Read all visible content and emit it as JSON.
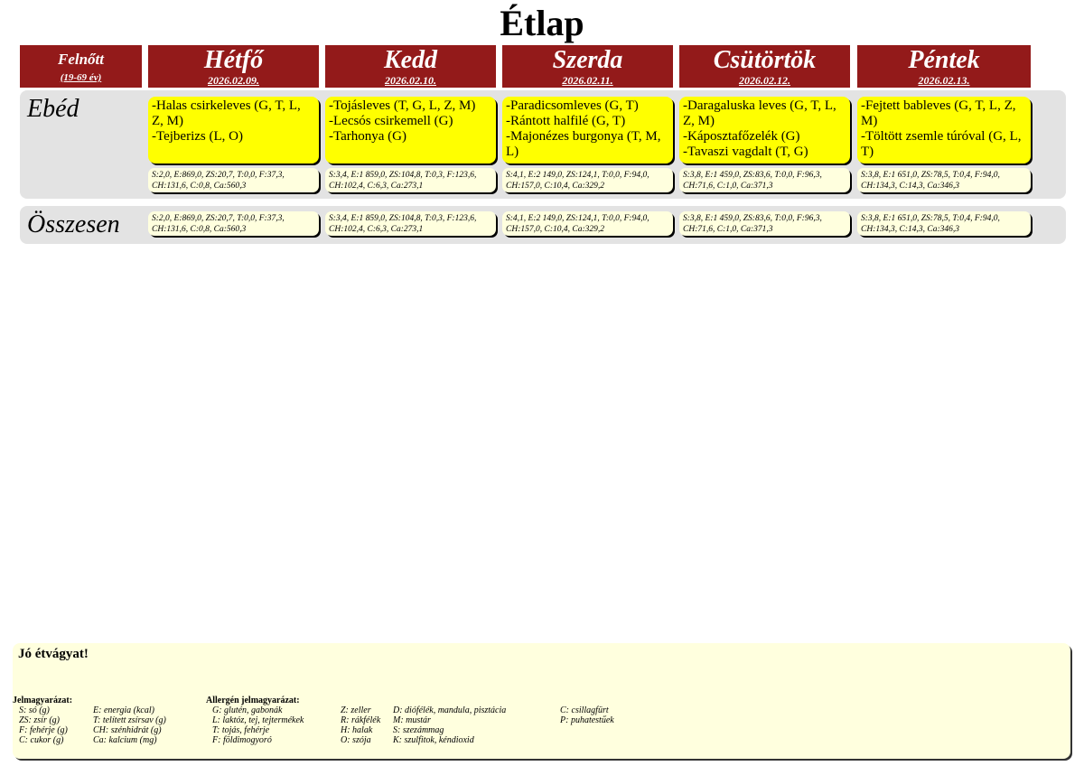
{
  "title": "Étlap",
  "header": {
    "corner": {
      "label": "Felnőtt",
      "sub": "(19-69 év)"
    },
    "days": [
      {
        "name": "Hétfő",
        "date": "2026.02.09."
      },
      {
        "name": "Kedd",
        "date": "2026.02.10."
      },
      {
        "name": "Szerda",
        "date": "2026.02.11."
      },
      {
        "name": "Csütörtök",
        "date": "2026.02.12."
      },
      {
        "name": "Péntek",
        "date": "2026.02.13."
      }
    ]
  },
  "lunch": {
    "label": "Ebéd",
    "meals": [
      [
        "-Halas csirkeleves (G, T, L, Z, M)",
        "-Tejberizs (L, O)"
      ],
      [
        "-Tojásleves (T, G, L, Z, M)",
        "-Lecsós csirkemell (G)",
        "-Tarhonya (G)"
      ],
      [
        "-Paradicsomleves (G, T)",
        "-Rántott halfilé (G, T)",
        "-Majonézes burgonya  (T, M, L)"
      ],
      [
        "-Daragaluska leves (G, T, L, Z, M)",
        "-Káposztafőzelék (G)",
        "-Tavaszi vagdalt (T, G)"
      ],
      [
        "-Fejtett bableves  (G, T, L, Z, M)",
        "-Töltött zsemle túróval (G, L, T)"
      ]
    ],
    "nutrition": [
      "S:2,0, E:869,0, ZS:20,7, T:0,0, F:37,3, CH:131,6, C:0,8, Ca:560,3",
      "S:3,4, E:1 859,0, ZS:104,8, T:0,3, F:123,6, CH:102,4, C:6,3, Ca:273,1",
      "S:4,1, E:2 149,0, ZS:124,1, T:0,0, F:94,0, CH:157,0, C:10,4, Ca:329,2",
      "S:3,8, E:1 459,0, ZS:83,6, T:0,0, F:96,3, CH:71,6, C:1,0, Ca:371,3",
      "S:3,8, E:1 651,0, ZS:78,5, T:0,4, F:94,0, CH:134,3, C:14,3, Ca:346,3"
    ]
  },
  "total": {
    "label": "Összesen",
    "nutrition": [
      "S:2,0, E:869,0, ZS:20,7, T:0,0, F:37,3, CH:131,6, C:0,8, Ca:560,3",
      "S:3,4, E:1 859,0, ZS:104,8, T:0,3, F:123,6, CH:102,4, C:6,3, Ca:273,1",
      "S:4,1, E:2 149,0, ZS:124,1, T:0,0, F:94,0, CH:157,0, C:10,4, Ca:329,2",
      "S:3,8, E:1 459,0, ZS:83,6, T:0,0, F:96,3, CH:71,6, C:1,0, Ca:371,3",
      "S:3,8, E:1 651,0, ZS:78,5, T:0,4, F:94,0, CH:134,3, C:14,3, Ca:346,3"
    ]
  },
  "footer": {
    "greeting": "Jó étvágyat!",
    "legend_title": "Jelmagyarázat:",
    "legend_col1": [
      "S: só (g)",
      "ZS: zsír (g)",
      "F: fehérje (g)",
      "C: cukor (g)"
    ],
    "legend_col2": [
      "E: energia (kcal)",
      "T: telített zsírsav (g)",
      "CH: szénhidrát (g)",
      "Ca: kalcium (mg)"
    ],
    "allergen_title": "Allergén jelmagyarázat:",
    "allergen_col1": [
      "G: glutén, gabonák",
      "L: laktóz, tej, tejtermékek",
      "T: tojás, fehérje",
      "F: földimogyoró"
    ],
    "allergen_col2": [
      "Z: zeller",
      "R: rákfélék",
      "H: halak",
      "O: szója"
    ],
    "allergen_col3": [
      "D: diófélék, mandula, pisztácia",
      "M: mustár",
      "S: szezámmag",
      "K: szulfitok, kéndioxid"
    ],
    "allergen_col4": [
      "C: csillagfürt",
      "P: puhatestűek"
    ]
  }
}
